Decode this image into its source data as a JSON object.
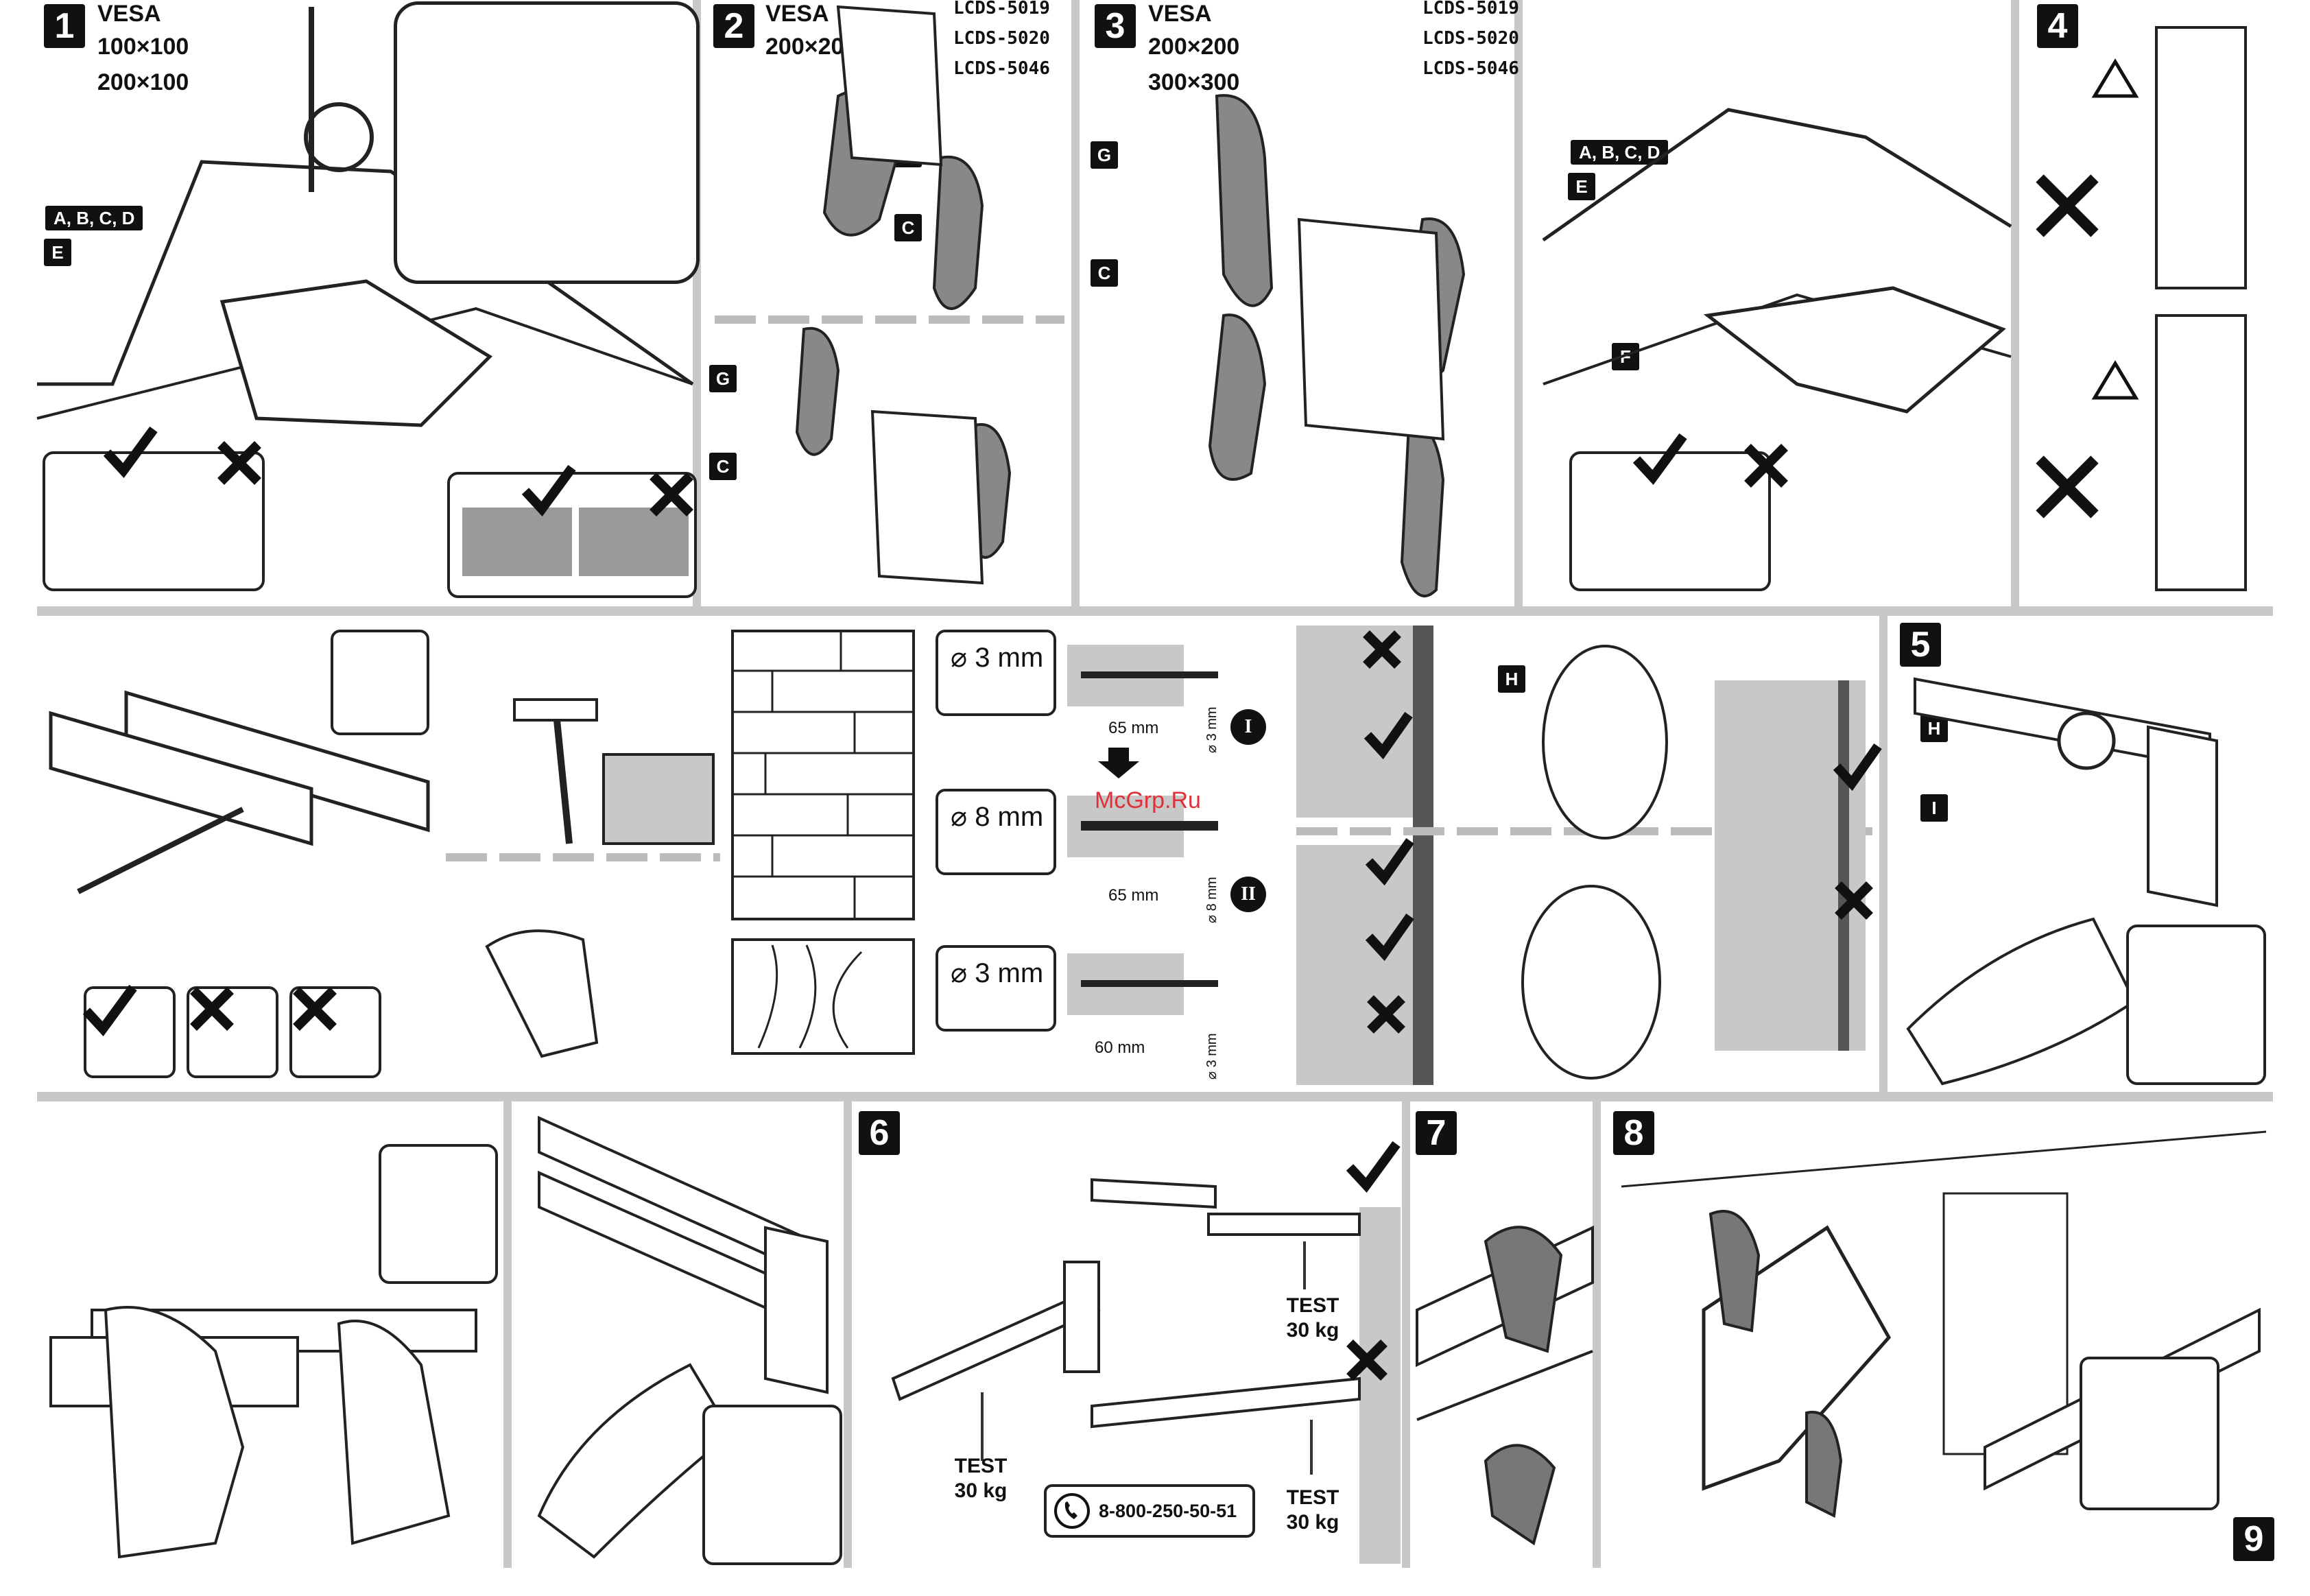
{
  "steps": {
    "s1": "1",
    "s2": "2",
    "s3": "3",
    "s4": "4",
    "s5": "5",
    "s6": "6",
    "s7": "7",
    "s8": "8",
    "s9": "9"
  },
  "vesa": {
    "p1_title": "VESA",
    "p1_l1": "100×100",
    "p1_l2": "200×100",
    "p2_title": "VESA",
    "p2_l1": "200×200",
    "p3_title": "VESA",
    "p3_l1": "200×200",
    "p3_l2": "300×300"
  },
  "models": {
    "p2": [
      "LCDS-5019",
      "LCDS-5020",
      "LCDS-5046"
    ],
    "p3": [
      "LCDS-5019",
      "LCDS-5020",
      "LCDS-5046"
    ]
  },
  "labels": {
    "abcd": "A, B, C, D",
    "e": "E",
    "f": "F",
    "g": "G",
    "c": "C",
    "h": "H",
    "i": "I"
  },
  "drill": {
    "d1": "⌀ 3 mm",
    "d2": "⌀ 8 mm",
    "d3": "⌀ 3 mm",
    "len1": "65 mm",
    "len2": "65 mm",
    "len3": "60 mm",
    "v1": "⌀ 3 mm",
    "v2": "⌀ 8 mm",
    "v3": "⌀ 3 mm",
    "r1": "I",
    "r2": "II"
  },
  "test": {
    "t1": "TEST\n30 kg",
    "t2": "TEST\n30 kg",
    "t3": "TEST\n30 kg"
  },
  "phone": "8-800-250-50-51",
  "watermark": "McGrp.Ru",
  "colors": {
    "ink": "#111111",
    "panel_gray": "#c8c8c8",
    "fill_gray": "#8a8a8a",
    "wall": "#cfcfcf",
    "watermark": "#e0303a"
  }
}
